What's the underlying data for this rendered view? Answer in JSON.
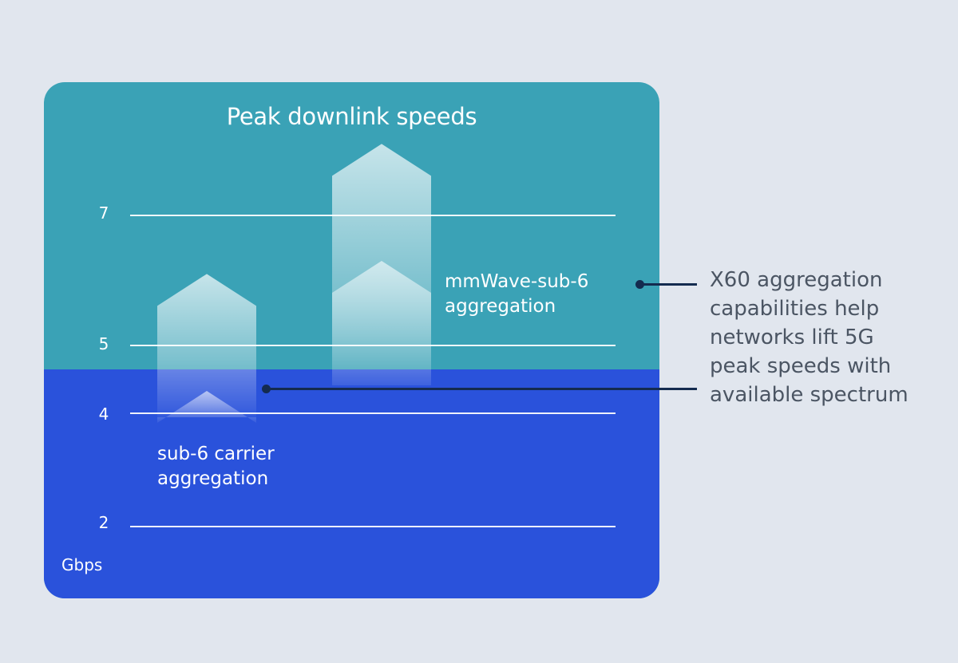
{
  "chart_data": {
    "type": "bar",
    "title": "Peak downlink speeds",
    "ylabel": "Gbps",
    "y_ticks": [
      "7",
      "5",
      "4",
      "2"
    ],
    "y_tick_values": [
      7,
      5,
      4,
      2
    ],
    "ylim": [
      1,
      8.2
    ],
    "series": [
      {
        "name": "sub-6 carrier aggregation",
        "label_lines": [
          "sub-6 carrier",
          "aggregation"
        ],
        "base_value": 4.3,
        "peak_value": 6.1
      },
      {
        "name": "mmWave-sub-6 aggregation",
        "label_lines": [
          "mmWave-sub-6",
          "aggregation"
        ],
        "base_value": 6.3,
        "peak_value": 8.1
      }
    ],
    "background_bands": {
      "upper_color": "#3aa2b6",
      "lower_color": "#2a52db",
      "split_value": 4.6
    }
  },
  "callout": {
    "lines": [
      "X60 aggregation",
      "capabilities help",
      "networks lift 5G",
      "peak speeds with",
      "available spectrum"
    ]
  },
  "colors": {
    "page_bg": "#e1e6ee",
    "teal": "#3aa2b6",
    "blue": "#2a52db",
    "callout_line": "#142b4f",
    "callout_text": "#4b5563"
  }
}
